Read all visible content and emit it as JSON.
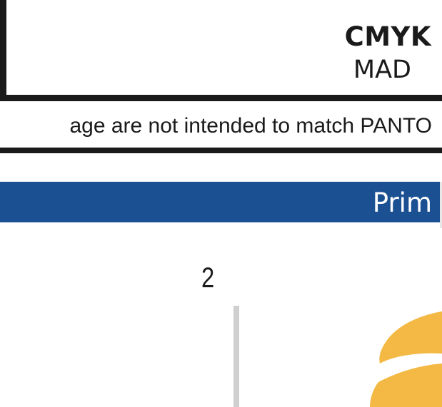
{
  "header": {
    "color_model": "CMYK",
    "subtitle": "MAD"
  },
  "disclaimer": {
    "text": "age are not intended to match PANTO"
  },
  "section": {
    "label": "Prim",
    "band_color": "#1b5193"
  },
  "page": {
    "number": "2"
  },
  "logo": {
    "icon": "yellow-swoosh-logo-icon",
    "color": "#f3b944"
  }
}
